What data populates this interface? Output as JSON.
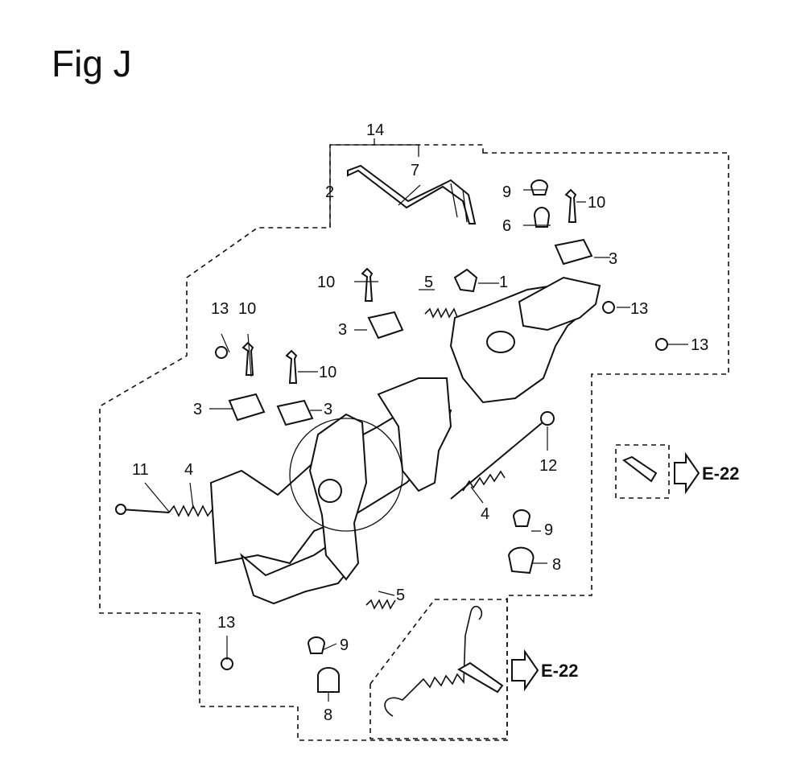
{
  "figure": {
    "title": "Fig J",
    "callouts": [
      {
        "id": "c14",
        "text": "14"
      },
      {
        "id": "c7",
        "text": "7"
      },
      {
        "id": "c2",
        "text": "2"
      },
      {
        "id": "c9a",
        "text": "9"
      },
      {
        "id": "c10a",
        "text": "10"
      },
      {
        "id": "c6",
        "text": "6"
      },
      {
        "id": "c3a",
        "text": "3"
      },
      {
        "id": "c10b",
        "text": "10"
      },
      {
        "id": "c5a",
        "text": "5"
      },
      {
        "id": "c1",
        "text": "1"
      },
      {
        "id": "c13a",
        "text": "13"
      },
      {
        "id": "c3b",
        "text": "3"
      },
      {
        "id": "c13b",
        "text": "13"
      },
      {
        "id": "c13c",
        "text": "13"
      },
      {
        "id": "c10c",
        "text": "10"
      },
      {
        "id": "c10d",
        "text": "10"
      },
      {
        "id": "c3c",
        "text": "3"
      },
      {
        "id": "c3d",
        "text": "3"
      },
      {
        "id": "c11",
        "text": "11"
      },
      {
        "id": "c4a",
        "text": "4"
      },
      {
        "id": "c12",
        "text": "12"
      },
      {
        "id": "c4b",
        "text": "4"
      },
      {
        "id": "c9b",
        "text": "9"
      },
      {
        "id": "c8a",
        "text": "8"
      },
      {
        "id": "c5b",
        "text": "5"
      },
      {
        "id": "c13d",
        "text": "13"
      },
      {
        "id": "c9c",
        "text": "9"
      },
      {
        "id": "c8b",
        "text": "8"
      }
    ],
    "references": [
      {
        "id": "ref1",
        "text": "E-22"
      },
      {
        "id": "ref2",
        "text": "E-22"
      }
    ]
  }
}
